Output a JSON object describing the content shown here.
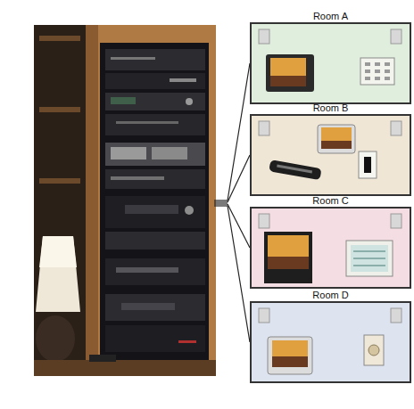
{
  "diagram": {
    "nodes": [
      {
        "text": [
          "Room A"
        ]
      },
      {
        "text": [
          "Room B"
        ]
      },
      {
        "text": [
          "Room C"
        ]
      },
      {
        "text": [
          "Room D"
        ]
      }
    ]
  }
}
